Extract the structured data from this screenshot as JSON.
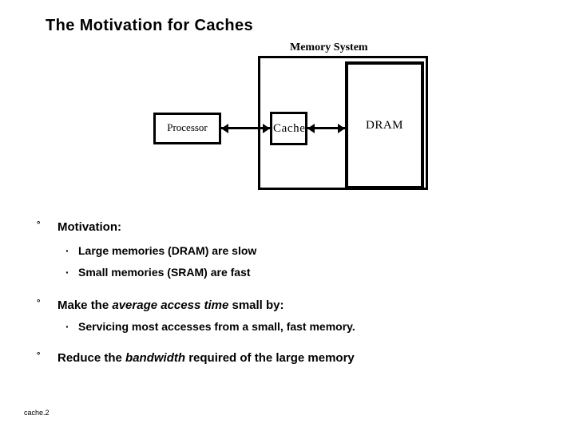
{
  "slide": {
    "title": "The Motivation for Caches",
    "footer": "cache.2",
    "background_color": "#ffffff",
    "text_color": "#000000"
  },
  "diagram": {
    "memory_system_label": "Memory System",
    "processor_label": "Processor",
    "cache_label": "Cache",
    "dram_label": "DRAM",
    "arrows": [
      {
        "name": "processor-cache-arrow",
        "direction": "bidirectional"
      },
      {
        "name": "cache-dram-arrow",
        "direction": "bidirectional"
      }
    ]
  },
  "bullets": {
    "marker_level1": "°",
    "marker_level2": "·",
    "motivation": {
      "text": "Motivation:",
      "children": [
        "Large memories (DRAM) are slow",
        "Small memories (SRAM) are fast"
      ]
    },
    "average_access": {
      "prefix": "Make the ",
      "emphasis": "average access time",
      "suffix": "  small by:",
      "children": [
        "Servicing most accesses from a small, fast memory."
      ]
    },
    "bandwidth": {
      "prefix": "Reduce the ",
      "emphasis": "bandwidth",
      "suffix": " required of the large memory"
    }
  }
}
